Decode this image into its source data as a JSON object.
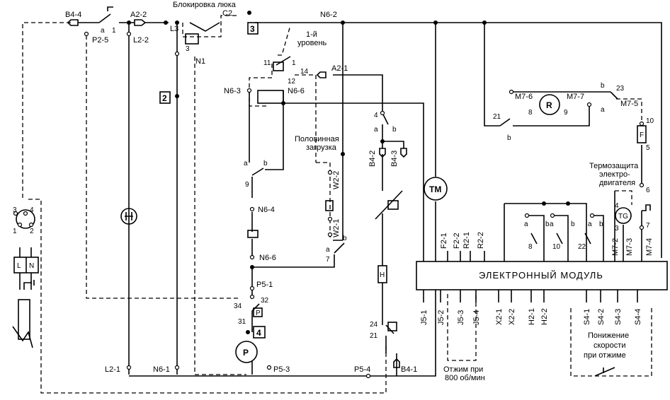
{
  "door_lock": {
    "title": "Блокировка люка"
  },
  "terminals": {
    "b4_4": "B4-4",
    "a2_2": "A2-2",
    "p2_5": "P2-5",
    "l2_2": "L2-2",
    "l3": "L3",
    "c2": "C2",
    "n1": "N1",
    "n6_2": "N6-2",
    "n6_3": "N6-3",
    "n6_6_top": "N6-6",
    "a2_1": "A2-1",
    "b4_2": "B4-2",
    "b4_3": "B4-3",
    "w2_2": "W2-2",
    "w2_1": "W2-1",
    "n6_4": "N6-4",
    "n6_6_mid": "N6-6",
    "p5_1": "P5-1",
    "l2_1": "L2-1",
    "n6_1": "N6-1",
    "p5_3": "P5-3",
    "p5_4": "P5-4",
    "b4_1": "B4-1",
    "m7_6": "M7-6",
    "m7_7": "M7-7",
    "m7_5": "M7-5",
    "m7_2": "M7-2",
    "m7_3": "M7-3",
    "m7_4": "M7-4"
  },
  "level_label": {
    "line1": "1-й",
    "line2": "уровень"
  },
  "half_load": {
    "line1": "Половинная",
    "line2": "загрузка"
  },
  "thermal": {
    "line1": "Термозащита",
    "line2": "электро-",
    "line3": "двигателя"
  },
  "module": {
    "title": "ЭЛЕКТРОННЫЙ  МОДУЛЬ"
  },
  "module_top_pins": [
    "F2-1",
    "F2-2",
    "R2-1",
    "R2-2"
  ],
  "module_bottom_pins": [
    "J5-1",
    "J5-2",
    "J5-3",
    "J5-4",
    "X2-1",
    "X2-2",
    "H2-1",
    "H2-2",
    "S4-1",
    "S4-2",
    "S4-3",
    "S4-4"
  ],
  "spin_note": {
    "line1": "Отжим при",
    "line2": "800 об/мин"
  },
  "speed_note": {
    "line1": "Понижение",
    "line2": "скорости",
    "line3": "при отжиме"
  },
  "boxes": {
    "b2": "2",
    "b3": "3",
    "b4": "4"
  },
  "components": {
    "tm": "TM",
    "r": "R",
    "tg": "TG",
    "p_pump": "P",
    "p_small": "P",
    "h": "H",
    "f": "F",
    "l": "L",
    "n": "N"
  },
  "numbers": {
    "a": "a",
    "b": "b",
    "one": "1",
    "three": "3",
    "four": "4",
    "two": "2",
    "n11": "11",
    "n12": "12",
    "n14": "14",
    "n9": "9",
    "n7": "7",
    "n32": "32",
    "n31": "31",
    "n34": "34",
    "n24": "24",
    "n21": "21",
    "n8": "8",
    "n10": "10",
    "n22": "22",
    "n23": "23",
    "n5": "5",
    "n6": "6"
  }
}
